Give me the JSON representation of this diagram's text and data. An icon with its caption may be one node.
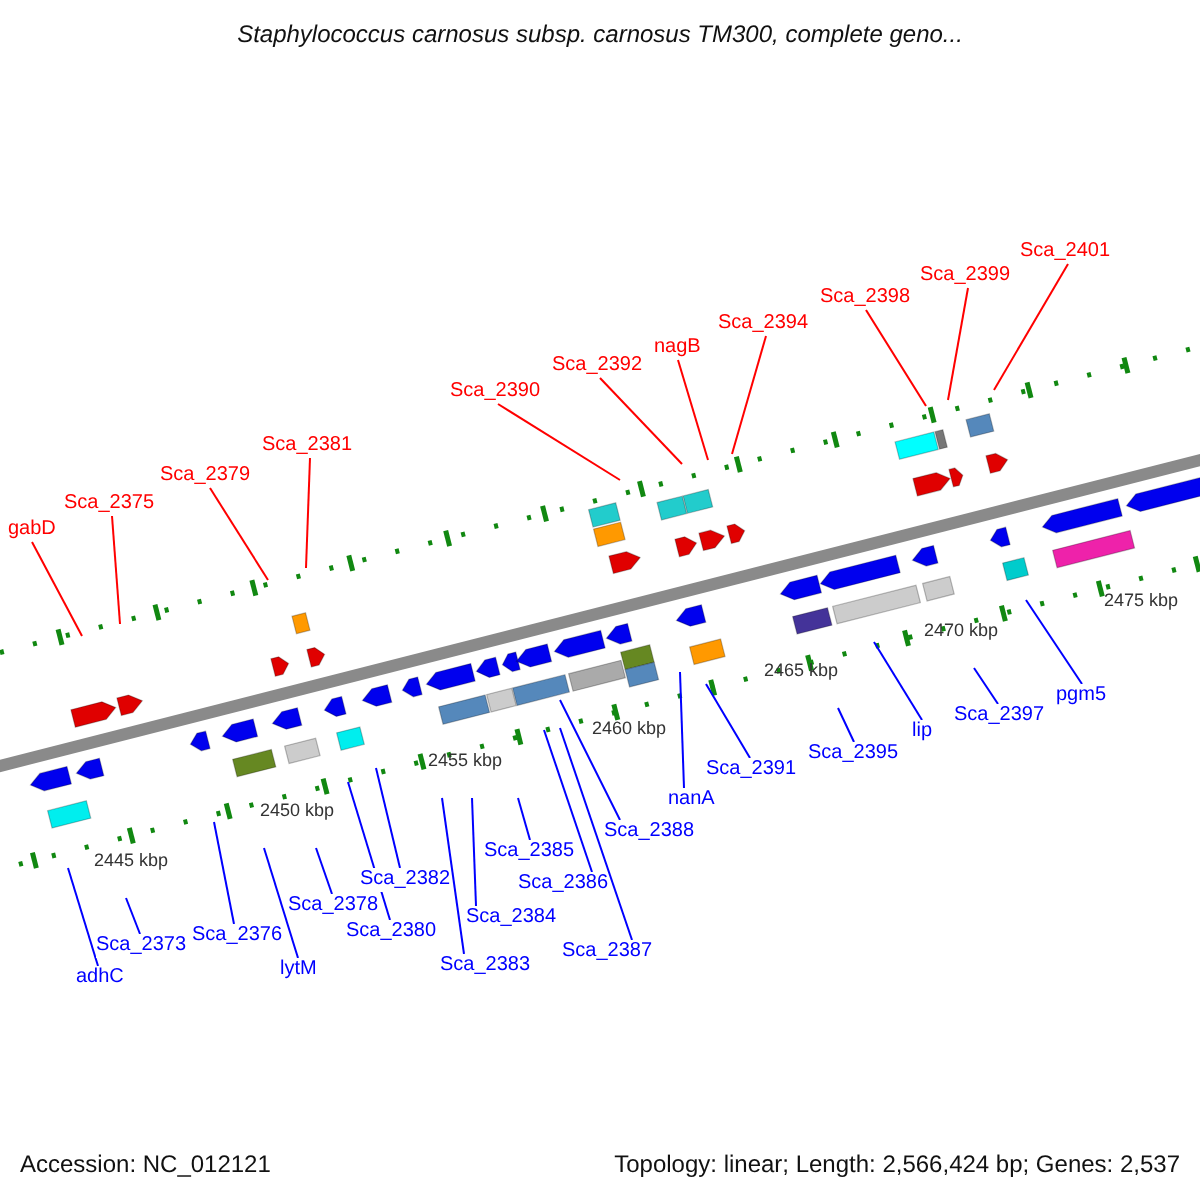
{
  "diagram": {
    "title": "Staphylococcus carnosus subsp. carnosus TM300, complete geno...",
    "nodes": [
      {
        "text": [
          "gabD"
        ]
      },
      {
        "text": [
          "Sca_2375"
        ]
      },
      {
        "text": [
          "Sca_2379"
        ]
      },
      {
        "text": [
          "Sca_2381"
        ]
      },
      {
        "text": [
          "Sca_2390"
        ]
      },
      {
        "text": [
          "Sca_2392"
        ]
      },
      {
        "text": [
          "nagB"
        ]
      },
      {
        "text": [
          "Sca_2394"
        ]
      },
      {
        "text": [
          "Sca_2398"
        ]
      },
      {
        "text": [
          "Sca_2399"
        ]
      },
      {
        "text": [
          "Sca_2401"
        ]
      },
      {
        "text": [
          "adhC"
        ]
      },
      {
        "text": [
          "Sca_2373"
        ]
      },
      {
        "text": [
          "Sca_2376"
        ]
      },
      {
        "text": [
          "lytM"
        ]
      },
      {
        "text": [
          "Sca_2378"
        ]
      },
      {
        "text": [
          "Sca_2380"
        ]
      },
      {
        "text": [
          "Sca_2382"
        ]
      },
      {
        "text": [
          "Sca_2383"
        ]
      },
      {
        "text": [
          "Sca_2384"
        ]
      },
      {
        "text": [
          "Sca_2385"
        ]
      },
      {
        "text": [
          "Sca_2386"
        ]
      },
      {
        "text": [
          "Sca_2387"
        ]
      },
      {
        "text": [
          "Sca_2388"
        ]
      },
      {
        "text": [
          "nanA"
        ]
      },
      {
        "text": [
          "Sca_2391"
        ]
      },
      {
        "text": [
          "Sca_2395"
        ]
      },
      {
        "text": [
          "lip"
        ]
      },
      {
        "text": [
          "Sca_2397"
        ]
      },
      {
        "text": [
          "pgm5"
        ]
      }
    ],
    "edges": [
      {
        "from": 0,
        "to": null,
        "arrow": "none",
        "color": "#ff0000"
      },
      {
        "from": 1,
        "to": null,
        "arrow": "none",
        "color": "#ff0000"
      },
      {
        "from": 2,
        "to": null,
        "arrow": "none",
        "color": "#ff0000"
      },
      {
        "from": 3,
        "to": null,
        "arrow": "none",
        "color": "#ff0000"
      },
      {
        "from": 4,
        "to": null,
        "arrow": "none",
        "color": "#ff0000"
      },
      {
        "from": 5,
        "to": null,
        "arrow": "none",
        "color": "#ff0000"
      },
      {
        "from": 6,
        "to": null,
        "arrow": "none",
        "color": "#ff0000"
      },
      {
        "from": 7,
        "to": null,
        "arrow": "none",
        "color": "#ff0000"
      },
      {
        "from": 8,
        "to": null,
        "arrow": "none",
        "color": "#ff0000"
      },
      {
        "from": 9,
        "to": null,
        "arrow": "none",
        "color": "#ff0000"
      },
      {
        "from": 10,
        "to": null,
        "arrow": "none",
        "color": "#ff0000"
      },
      {
        "from": 11,
        "to": null,
        "arrow": "none"
      },
      {
        "from": 12,
        "to": null,
        "arrow": "none"
      },
      {
        "from": 13,
        "to": null,
        "arrow": "none"
      },
      {
        "from": 14,
        "to": null,
        "arrow": "none"
      },
      {
        "from": 15,
        "to": null,
        "arrow": "none"
      },
      {
        "from": 16,
        "to": null,
        "arrow": "none"
      },
      {
        "from": 17,
        "to": null,
        "arrow": "none"
      },
      {
        "from": 18,
        "to": null,
        "arrow": "none"
      },
      {
        "from": 19,
        "to": null,
        "arrow": "none"
      },
      {
        "from": 20,
        "to": null,
        "arrow": "none"
      },
      {
        "from": 21,
        "to": null,
        "arrow": "none"
      },
      {
        "from": 22,
        "to": null,
        "arrow": "none"
      },
      {
        "from": 23,
        "to": null,
        "arrow": "none"
      },
      {
        "from": 24,
        "to": null,
        "arrow": "none"
      },
      {
        "from": 25,
        "to": null,
        "arrow": "none"
      },
      {
        "from": 26,
        "to": null,
        "arrow": "none"
      },
      {
        "from": 27,
        "to": null,
        "arrow": "none"
      },
      {
        "from": 28,
        "to": null,
        "arrow": "none"
      },
      {
        "from": 29,
        "to": null,
        "arrow": "none"
      }
    ],
    "labels": [
      "2445 kbp",
      "2450 kbp",
      "2455 kbp",
      "2460 kbp",
      "2465 kbp",
      "2470 kbp",
      "2475 kbp",
      "Accession: NC_012121",
      "Topology: linear; Length: 2,566,424 bp; Genes: 2,537"
    ]
  }
}
